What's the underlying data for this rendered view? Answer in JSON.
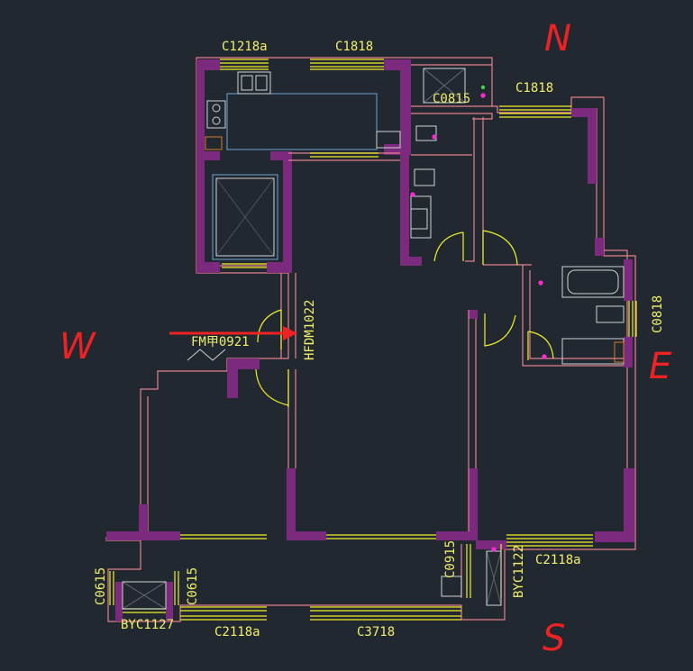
{
  "compass": {
    "north": "N",
    "south": "S",
    "east": "E",
    "west": "W"
  },
  "labels": {
    "c1218a": "C1218a",
    "c1818_top": "C1818",
    "c1818_right": "C1818",
    "c0815": "C0815",
    "c0818": "C0818",
    "hfdm1022": "HFDM1022",
    "fm0921": "FM甲0921",
    "c0915": "C0915",
    "byc1122": "BYC1122",
    "c2118a_right": "C2118a",
    "c0615_left": "C0615",
    "c0615_right": "C0615",
    "byc1127": "BYC1127",
    "c2118a_bottom": "C2118a",
    "c3718": "C3718"
  },
  "colors": {
    "background": "#212830",
    "wall_fill": "#7b2a7d",
    "wall_outline": "#e3818d",
    "window": "#f2ef2a",
    "fixture": "#6aa6d6",
    "label": "#f2ef6a",
    "annotation": "#ee2222"
  }
}
